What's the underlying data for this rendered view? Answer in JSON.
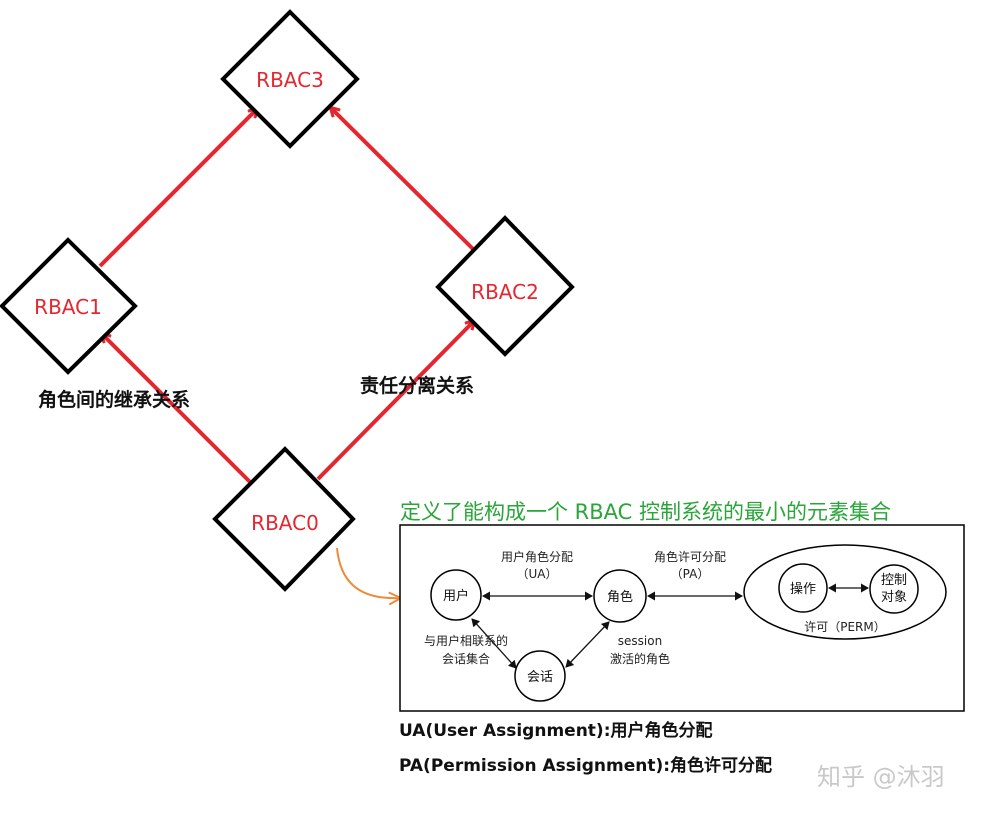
{
  "diagram": {
    "nodes": {
      "rbac3": "RBAC3",
      "rbac1": "RBAC1",
      "rbac2": "RBAC2",
      "rbac0": "RBAC0"
    },
    "relations": {
      "inheritance": "角色间的继承关系",
      "separation": "责任分离关系"
    },
    "title": "定义了能构成一个 RBAC 控制系统的最小的元素集合",
    "model": {
      "user": "用户",
      "role": "角色",
      "session": "会话",
      "operation": "操作",
      "object_line1": "控制",
      "object_line2": "对象",
      "ua_line1": "用户角色分配",
      "ua_line2": "（UA）",
      "pa_line1": "角色许可分配",
      "pa_line2": "（PA）",
      "perm": "许可（PERM）",
      "user_session_line1": "与用户相联系的",
      "user_session_line2": "会话集合",
      "session_role_line1": "session",
      "session_role_line2": "激活的角色"
    },
    "notes": {
      "ua": "UA(User Assignment):用户角色分配",
      "pa": "PA(Permission Assignment):角色许可分配"
    },
    "watermark": "知乎 @沐羽",
    "colors": {
      "arrow": "#e5262f",
      "node_text": "#e5262f",
      "title": "#2aa53a",
      "connector": "#ee8a3a"
    }
  }
}
